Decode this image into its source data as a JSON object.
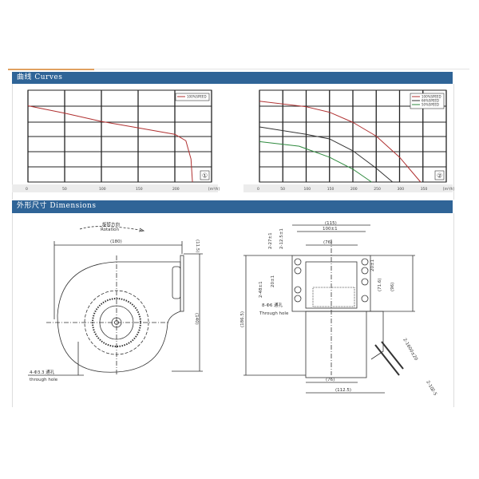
{
  "sections": {
    "curves_title": "曲线 Curves",
    "dimensions_title": "外形尺寸 Dimensions"
  },
  "chart_data": [
    {
      "type": "line",
      "xlabel": "[m³/h]",
      "x_ticks": [
        "0",
        "50",
        "100",
        "150",
        "200"
      ],
      "series": [
        {
          "name": "100%SPEED",
          "color": "#b03030",
          "x": [
            0,
            50,
            100,
            150,
            200,
            215,
            222,
            224
          ],
          "y": [
            0.83,
            0.75,
            0.66,
            0.59,
            0.52,
            0.45,
            0.25,
            0.0
          ]
        }
      ],
      "badge": "①",
      "grid": true,
      "legend": "top-right"
    },
    {
      "type": "line",
      "xlabel": "[m³/h]",
      "x_ticks": [
        "0",
        "50",
        "100",
        "150",
        "200",
        "250",
        "300",
        "350"
      ],
      "series": [
        {
          "name": "100%SPEED",
          "color": "#b03030",
          "x": [
            0,
            100,
            150,
            200,
            250,
            300,
            345
          ],
          "y": [
            0.88,
            0.82,
            0.76,
            0.65,
            0.5,
            0.27,
            0.0
          ]
        },
        {
          "name": "66%SPEED",
          "color": "#333333",
          "x": [
            0,
            100,
            150,
            200,
            250,
            285
          ],
          "y": [
            0.6,
            0.52,
            0.47,
            0.34,
            0.15,
            0.0
          ]
        },
        {
          "name": "50%SPEED",
          "color": "#2e8a3e",
          "x": [
            0,
            85,
            150,
            200,
            240
          ],
          "y": [
            0.44,
            0.39,
            0.27,
            0.14,
            0.0
          ]
        }
      ],
      "badge": "②",
      "grid": true,
      "legend": "top-right"
    }
  ],
  "dimensions": {
    "front": {
      "rotation_cn": "旋转方向",
      "rotation_en": "Rotation",
      "width": "(180)",
      "flange": "(11.5)",
      "height": "(140)",
      "hole_cn": "4-Φ3.3 通孔",
      "hole_en": "through hole"
    },
    "side": {
      "overall_width": "(115)",
      "hole_spacing": "100±1",
      "inner_width": "(76)",
      "top_offset_1": "2-27±1",
      "top_offset_2": "2-12.5±1",
      "left_spacing_1": "2-48±1",
      "left_spacing_2": "20±1",
      "right_spacing_1": "20±1",
      "right_spacing_2": "(71.6)",
      "right_height": "(96)",
      "total_height": "(186.5)",
      "hole_cn": "8-Φ6 通孔",
      "hole_en": "Through hole",
      "bottom_inner": "(76)",
      "bottom_overall": "(112.5)",
      "cable_1": "2-1600±20",
      "cable_2": "2-10",
      "cable_3": "2-5"
    }
  }
}
